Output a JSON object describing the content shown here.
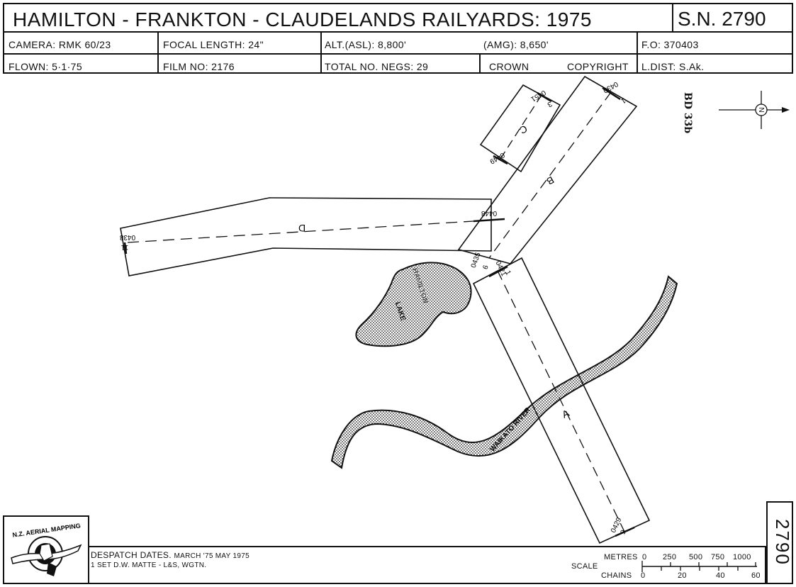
{
  "header": {
    "title": "HAMILTON - FRANKTON - CLAUDELANDS RAILYARDS: 1975",
    "sn": "S.N. 2790",
    "row2": {
      "camera": "CAMERA: RMK 60/23",
      "focal": "FOCAL LENGTH: 24\"",
      "alt": "ALT.(ASL): 8,800'",
      "amg": "(AMG): 8,650'",
      "fo": "F.O: 370403"
    },
    "row3": {
      "flown": "FLOWN: 5·1·75",
      "film": "FILM NO: 2176",
      "negs": "TOTAL NO. NEGS: 29",
      "crown": "CROWN",
      "copyright": "COPYRIGHT",
      "ldist": "L.DIST: S.Ak."
    }
  },
  "map": {
    "sheet_code": "BD 33b",
    "north_letter": "N",
    "lake_label_1": "HAMILTON",
    "lake_label_2": "LAKE",
    "river_label": "WAIKATO RIVER",
    "strips": {
      "A": {
        "letter": "A",
        "start": "0421",
        "start_n": "1",
        "end": "0429",
        "end_n": "9"
      },
      "B": {
        "letter": "B",
        "start": "0435",
        "start_n": "6",
        "end": "0430",
        "end_n": "1"
      },
      "C": {
        "letter": "C",
        "start": "0449",
        "end": "0451",
        "end_n": "3"
      },
      "D": {
        "letter": "D",
        "start": "0448",
        "end": "0438",
        "end_n": "11"
      }
    }
  },
  "footer": {
    "side_number": "2790",
    "logo_text": "N.Z. AERIAL MAPPING",
    "despatch_label": "DESPATCH  DATES.",
    "despatch_dates": "MARCH '75   MAY 1975",
    "despatch_line2": "1 SET D.W. MATTE - L&S, WGTN.",
    "scale_label": "SCALE",
    "metres_label": "METRES",
    "chains_label": "CHAINS",
    "metres_ticks": [
      "0",
      "250",
      "500",
      "750",
      "1000"
    ],
    "chains_ticks": [
      "0",
      "20",
      "40",
      "60"
    ]
  }
}
